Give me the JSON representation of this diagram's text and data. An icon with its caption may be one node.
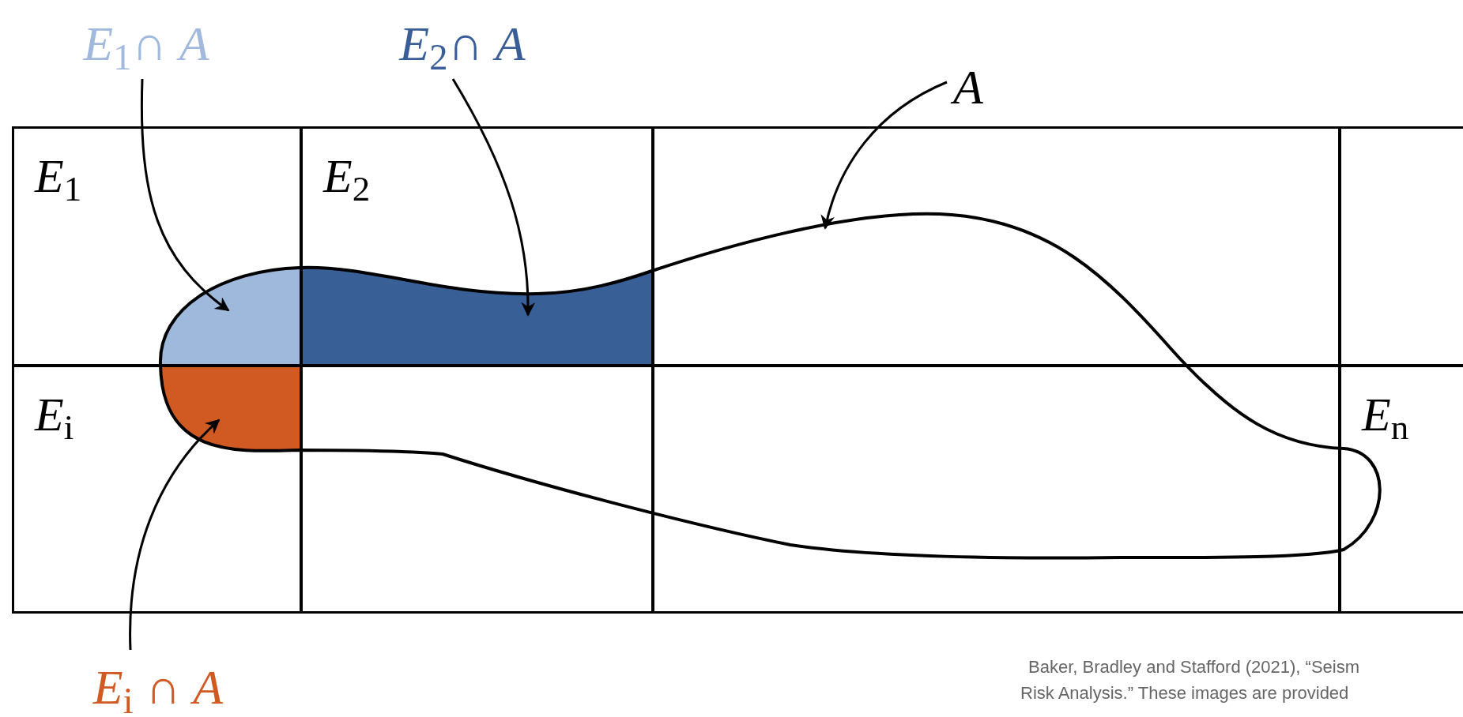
{
  "diagram": {
    "nodes": [
      {
        "text": [
          "*E*$_{1}$∩ *A*"
        ]
      },
      {
        "text": [
          "*E*$_{2}$∩ *A*"
        ]
      },
      {
        "text": [
          "*A*"
        ]
      },
      {
        "text": [
          "*E*$_{1}$"
        ]
      },
      {
        "text": [
          "*E*$_{2}$"
        ]
      },
      {
        "text": [],
        "shape": "box"
      },
      {
        "text": [],
        "shape": "box"
      },
      {
        "text": [
          "*E*$_{i}$"
        ]
      },
      {
        "text": [],
        "shape": "box"
      },
      {
        "text": [],
        "shape": "box"
      },
      {
        "text": [
          "*E*$_{n}$"
        ]
      },
      {
        "text": [],
        "shape": "blob"
      },
      {
        "text": [],
        "shape": "blob"
      },
      {
        "text": [],
        "shape": "blob"
      },
      {
        "text": [],
        "shape": "blob"
      },
      {
        "text": [
          "*E*$_{i}$ ∩ *A*"
        ]
      }
    ],
    "edges": [
      {
        "from": 0,
        "to": 11,
        "arrow": "to"
      },
      {
        "from": 1,
        "to": 12,
        "arrow": "to"
      },
      {
        "from": 2,
        "to": 14,
        "arrow": "to"
      },
      {
        "from": 15,
        "to": 13,
        "arrow": "to"
      }
    ],
    "labels": [
      "Baker, Bradley and Stafford (2021), “Seism",
      "Risk Analysis.” These images are provided"
    ]
  }
}
